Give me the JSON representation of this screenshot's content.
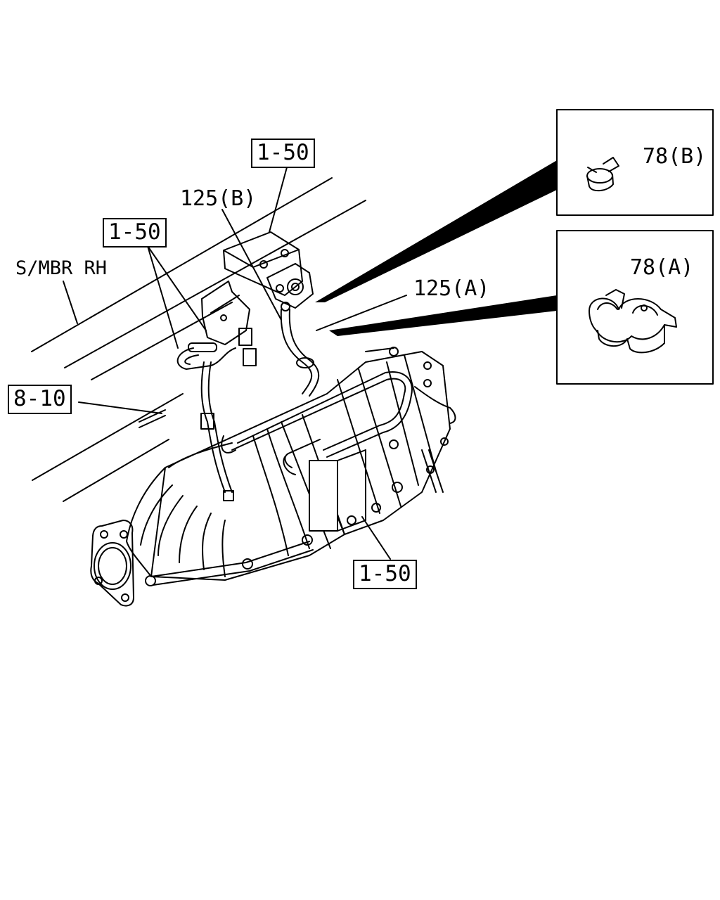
{
  "callouts": {
    "ref_top": "1-50",
    "ref_left": "1-50",
    "ref_bottom": "1-50",
    "ref_side": "8-10"
  },
  "labels": {
    "frame_member": "S/MBR RH",
    "hose_b": "125(B)",
    "hose_a": "125(A)",
    "clip_b": "78(B)",
    "clip_a": "78(A)"
  },
  "colors": {
    "line": "#000000",
    "background": "#ffffff"
  }
}
